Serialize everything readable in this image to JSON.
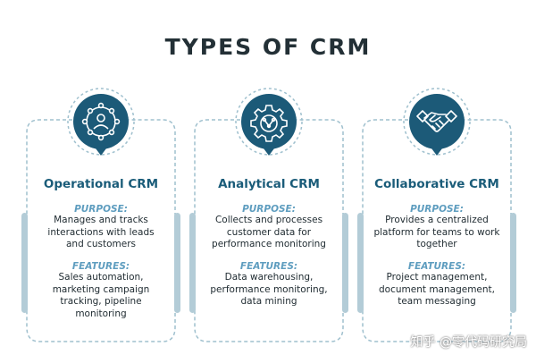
{
  "title": "TYPES OF CRM",
  "cards": [
    {
      "heading": "Operational CRM",
      "icon": "network-user-icon",
      "purpose_label": "PURPOSE:",
      "purpose": "Manages and tracks interactions with leads and customers",
      "features_label": "FEATURES:",
      "features": "Sales automation, marketing campaign tracking, pipeline monitoring"
    },
    {
      "heading": "Analytical CRM",
      "icon": "gear-network-icon",
      "purpose_label": "PURPOSE:",
      "purpose": "Collects and processes customer data for performance monitoring",
      "features_label": "FEATURES:",
      "features": "Data warehousing, performance monitoring, data mining"
    },
    {
      "heading": "Collaborative CRM",
      "icon": "handshake-icon",
      "purpose_label": "PURPOSE:",
      "purpose": "Provides a centralized platform for teams to work together",
      "features_label": "FEATURES:",
      "features": "Project management, document management, team messaging"
    }
  ],
  "watermark": "知乎 @零代码研究局",
  "colors": {
    "badge": "#1c5a78",
    "heading": "#1a5c79",
    "label": "#5e9dbf",
    "frame": "#9fc0ce",
    "side_bar": "#b3ccd7"
  }
}
